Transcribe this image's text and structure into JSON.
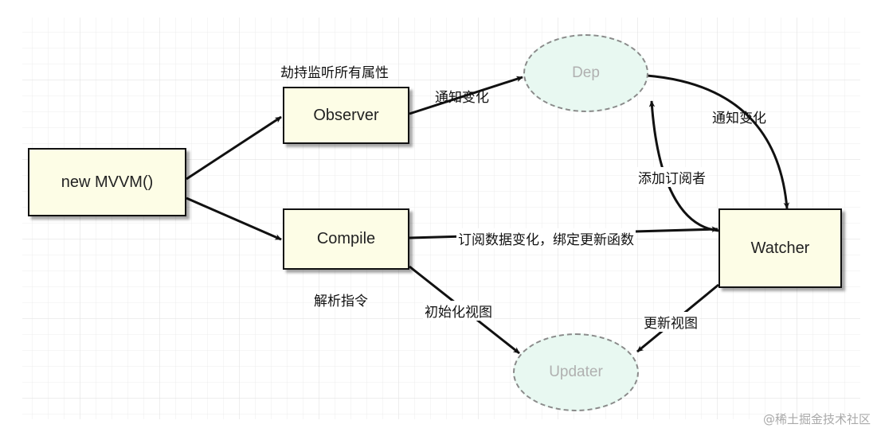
{
  "nodes": {
    "mvvm": "new MVVM()",
    "observer": "Observer",
    "compile": "Compile",
    "watcher": "Watcher",
    "dep": "Dep",
    "updater": "Updater"
  },
  "edge_labels": {
    "observer_note": "劫持监听所有属性",
    "compile_note": "解析指令",
    "observer_to_dep": "通知变化",
    "dep_to_watcher": "通知变化",
    "watcher_to_dep": "添加订阅者",
    "compile_to_watcher": "订阅数据变化，绑定更新函数",
    "compile_to_updater": "初始化视图",
    "watcher_to_updater": "更新视图"
  },
  "watermark": "@稀土掘金技术社区"
}
